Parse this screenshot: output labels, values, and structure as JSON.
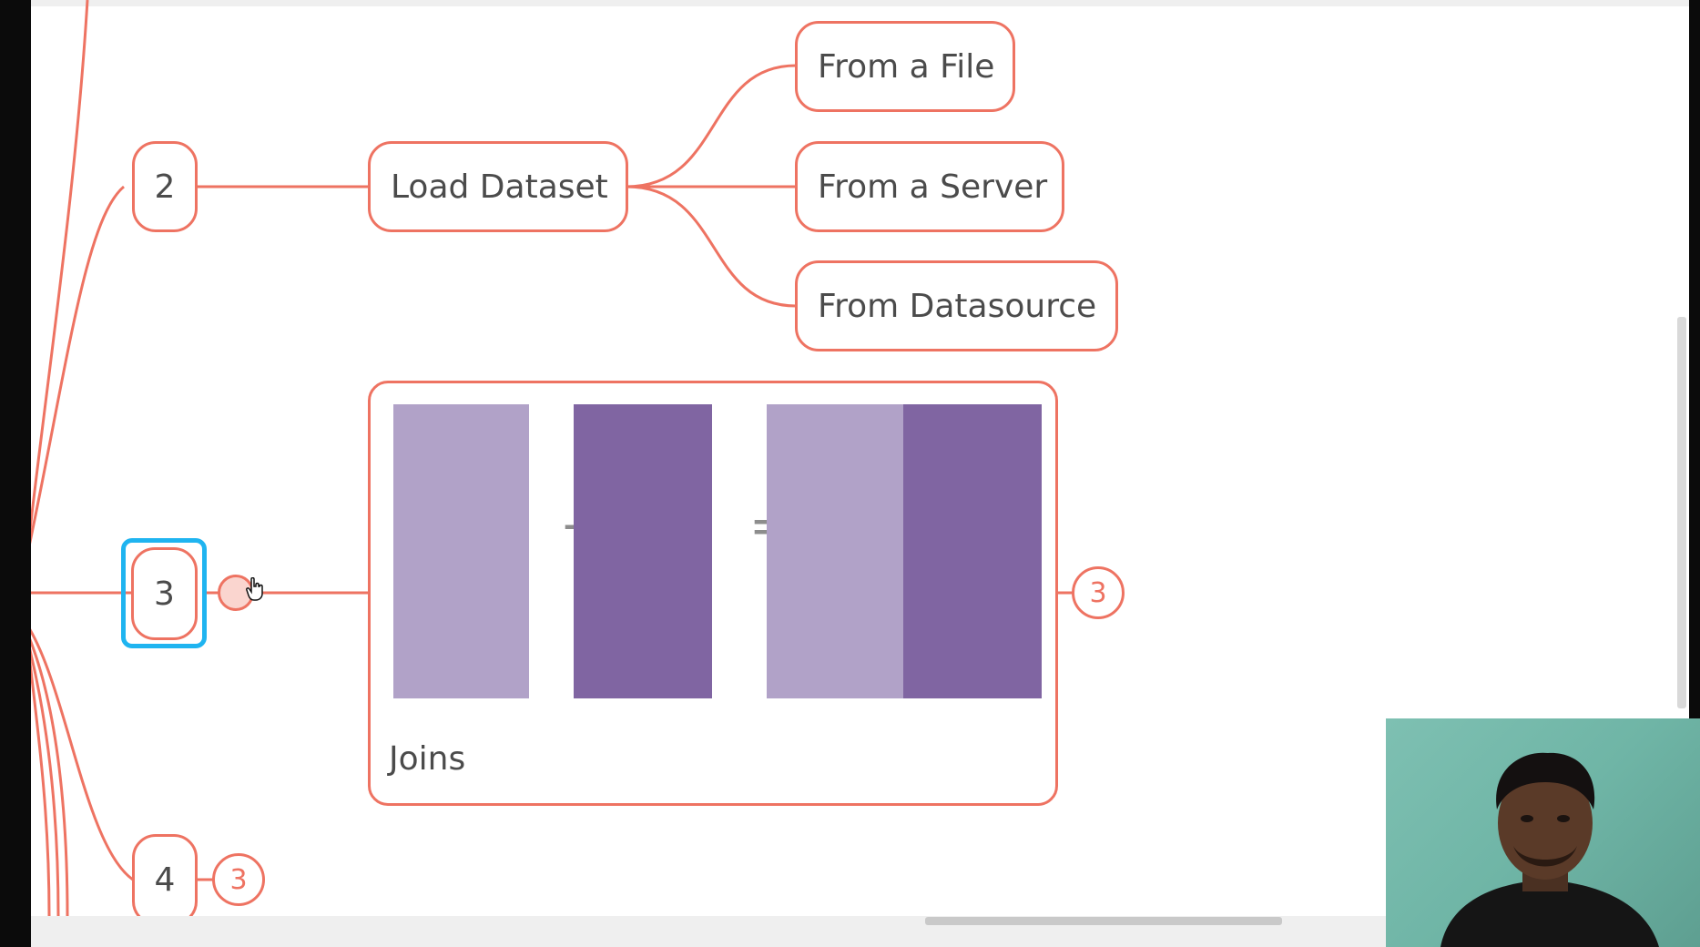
{
  "mindmap": {
    "nodes": {
      "node_2": "2",
      "node_3": "3",
      "node_4": "4",
      "load_dataset": "Load Dataset",
      "from_file": "From a File",
      "from_server": "From a Server",
      "from_datasource": "From Datasource"
    },
    "joins_card": {
      "plus": "+",
      "equals": "=",
      "label": "Joins"
    },
    "badges": {
      "joins_collapsed_count": "3",
      "node4_collapsed_count": "3"
    }
  },
  "colors": {
    "branch": "#ee7362",
    "selection": "#1fb4f0",
    "join_light": "#b1a2c8",
    "join_dark": "#8065a2",
    "canvas": "#ffffff"
  },
  "icons": [
    "pointer-cursor-icon"
  ],
  "webcam": {
    "present": true
  }
}
